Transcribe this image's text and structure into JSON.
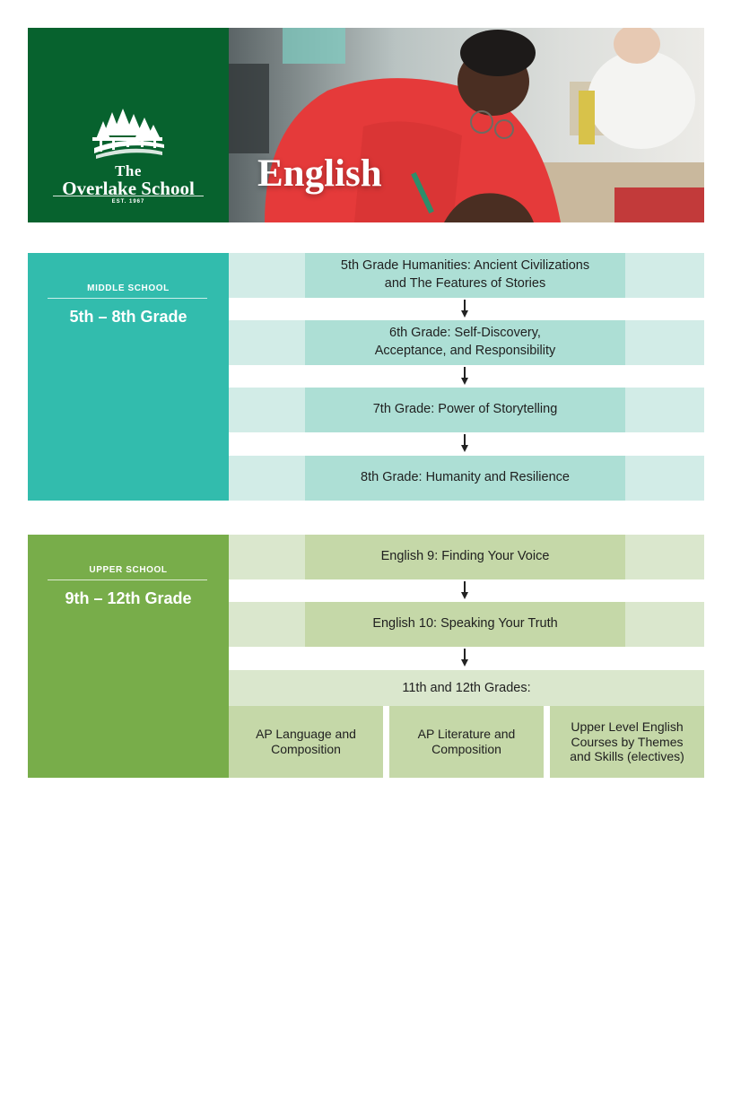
{
  "header": {
    "logo": {
      "line1": "The",
      "line2": "Overlake School",
      "established": "EST. 1967"
    },
    "title": "English",
    "colors": {
      "logo_bg": "#07622e"
    }
  },
  "middle_school": {
    "label": "MIDDLE SCHOOL",
    "grades": "5th – 8th Grade",
    "color": "#32bcad",
    "courses": [
      "5th Grade Humanities: Ancient Civilizations\nand The Features of Stories",
      "6th Grade: Self-Discovery,\nAcceptance, and Responsibility",
      "7th Grade: Power of Storytelling",
      "8th Grade: Humanity and Resilience"
    ]
  },
  "upper_school": {
    "label": "UPPER SCHOOL",
    "grades": "9th – 12th Grade",
    "color": "#78ad4a",
    "courses": [
      "English 9: Finding Your Voice",
      "English 10: Speaking Your Truth"
    ],
    "upper_grades_heading": "11th and 12th Grades:",
    "electives": [
      "AP Language and\nComposition",
      "AP Literature and\nComposition",
      "Upper Level English\nCourses by Themes\nand Skills (electives)"
    ]
  }
}
